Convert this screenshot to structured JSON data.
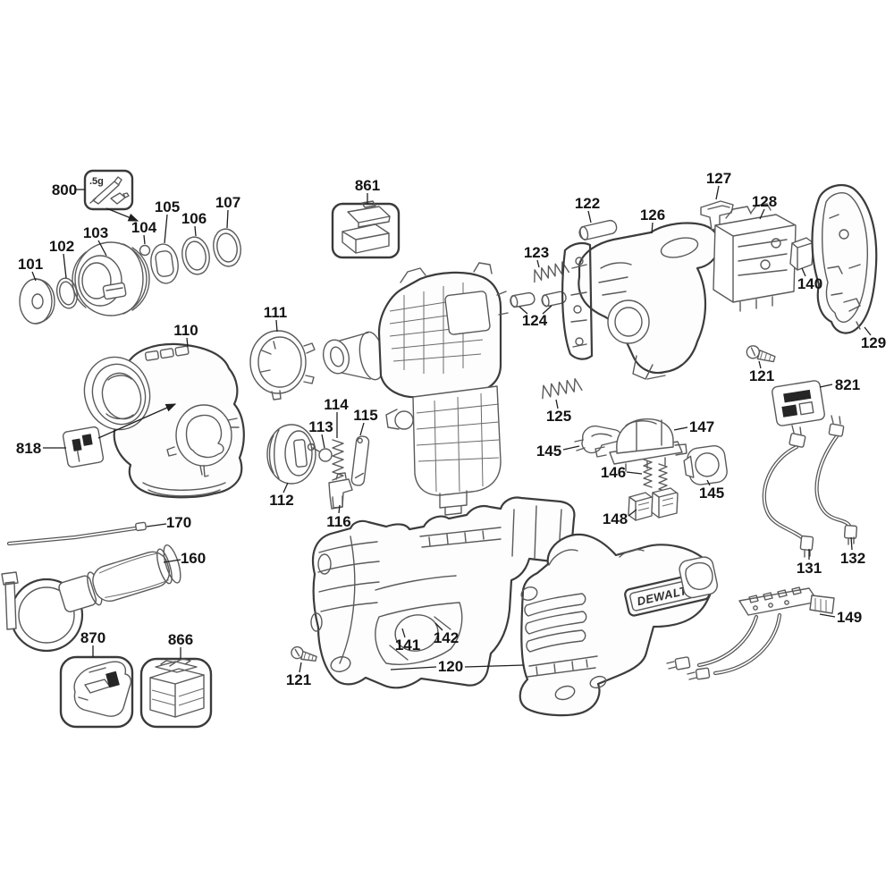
{
  "figure": {
    "grease_box": {
      "text": ".5g"
    },
    "brand_badge": "DEWALT",
    "labels": {
      "n101": "101",
      "n102": "102",
      "n103": "103",
      "n104": "104",
      "n105": "105",
      "n106": "106",
      "n107": "107",
      "n110": "110",
      "n111": "111",
      "n112": "112",
      "n113": "113",
      "n114": "114",
      "n115": "115",
      "n116": "116",
      "n120": "120",
      "n121a": "121",
      "n121b": "121",
      "n122": "122",
      "n123": "123",
      "n124": "124",
      "n125": "125",
      "n126": "126",
      "n127": "127",
      "n128": "128",
      "n129": "129",
      "n131": "131",
      "n132": "132",
      "n140": "140",
      "n141": "141",
      "n142": "142",
      "n145a": "145",
      "n145b": "145",
      "n146": "146",
      "n147": "147",
      "n148": "148",
      "n149": "149",
      "n160": "160",
      "n170": "170",
      "n800": "800",
      "n818": "818",
      "n821": "821",
      "n861": "861",
      "n866": "866",
      "n870": "870"
    }
  }
}
